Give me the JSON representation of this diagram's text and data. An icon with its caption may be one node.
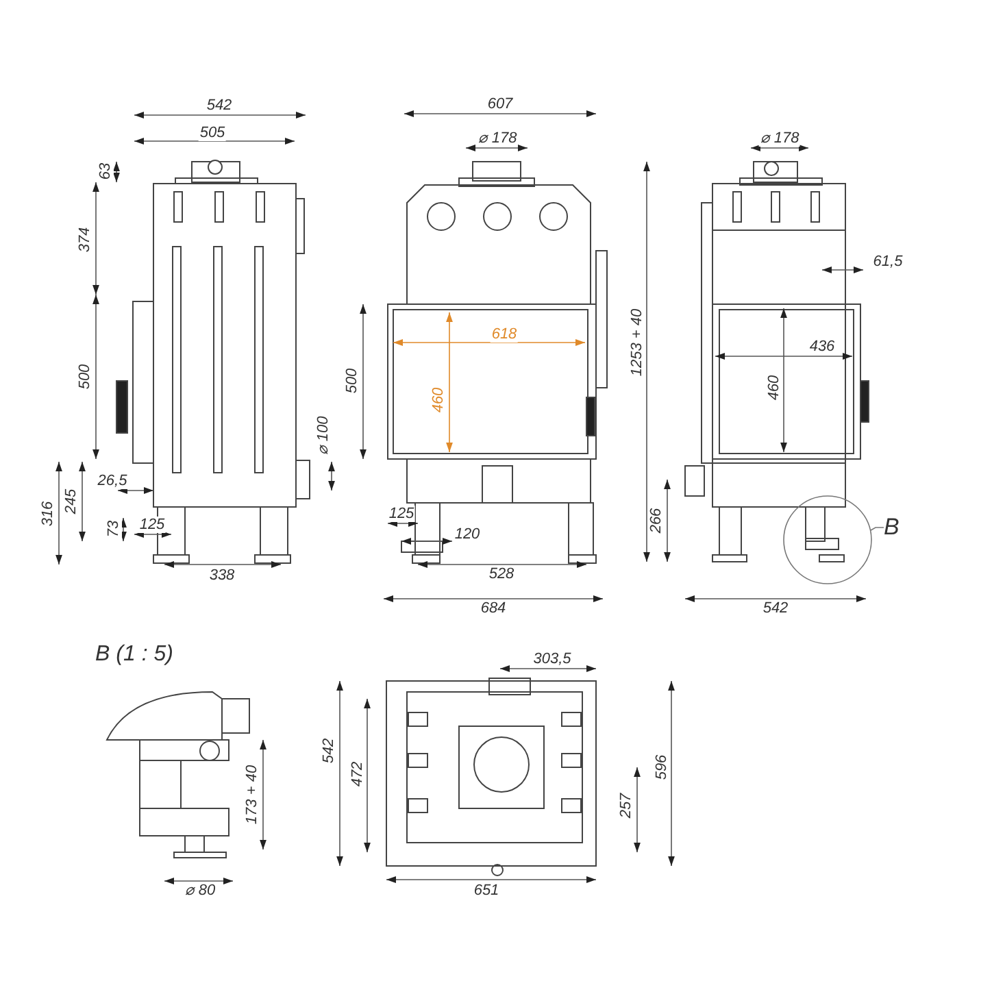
{
  "diagram": {
    "nodes": [
      {
        "text": [
          "B"
        ]
      },
      {
        "text": [],
        "shape": "circle"
      }
    ],
    "edges": [
      {
        "from": 0,
        "to": 1,
        "arrow": "none"
      }
    ],
    "labels": [
      "542",
      "505",
      "63",
      "374",
      "500",
      "316",
      "245",
      "26,5",
      "73",
      "125",
      "338",
      "607",
      "⌀ 178",
      "618",
      "460",
      "500",
      "⌀ 100",
      "125",
      "120",
      "528",
      "684",
      "1253 + 40",
      "⌀ 178",
      "61,5",
      "436",
      "460",
      "266",
      "542",
      "B (1 : 5)",
      "303,5",
      "542",
      "472",
      "173 + 40",
      "257",
      "596",
      "⌀ 80",
      "651"
    ]
  }
}
